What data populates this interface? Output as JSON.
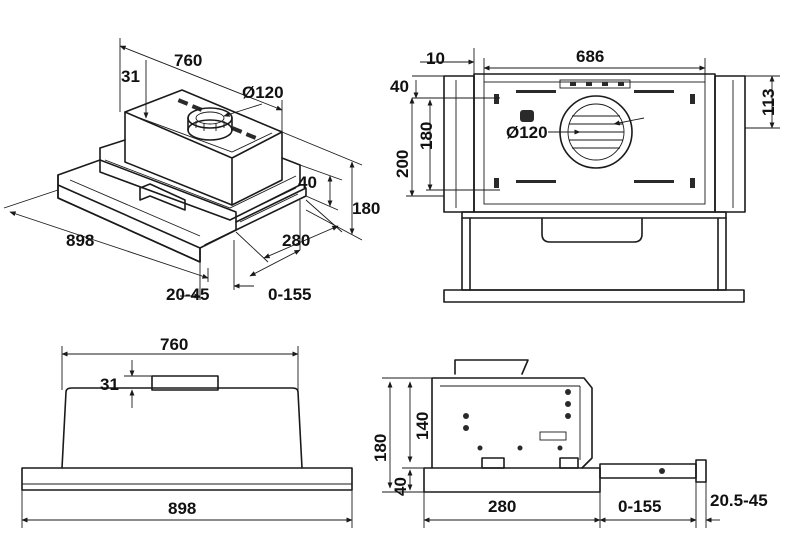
{
  "labels": {
    "iso_width": "760",
    "iso_31": "31",
    "iso_duct": "Ø120",
    "iso_depth": "898",
    "iso_40": "40",
    "iso_180": "180",
    "iso_280": "280",
    "iso_20_45": "20-45",
    "iso_0_155": "0-155",
    "top_10": "10",
    "top_686": "686",
    "top_40": "40",
    "top_180": "180",
    "top_200": "200",
    "top_duct": "Ø120",
    "top_113": "113",
    "front_760": "760",
    "front_31": "31",
    "front_898": "898",
    "side_180": "180",
    "side_140": "140",
    "side_40": "40",
    "side_280": "280",
    "side_0_155": "0-155",
    "side_20_5_45": "20.5-45"
  },
  "colors": {
    "line": "#1a1a1a",
    "shade": "#d9d9d9"
  }
}
